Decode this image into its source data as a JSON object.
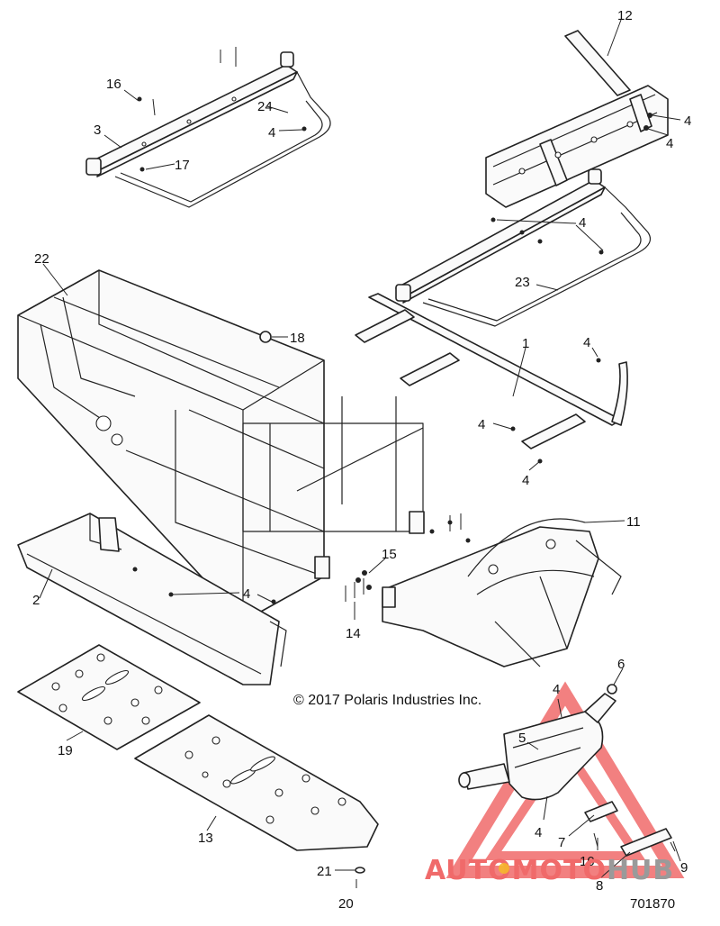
{
  "copyright": "© 2017 Polaris Industries Inc.",
  "document_number": "701870",
  "watermark": {
    "text_red": "AUTOMOTO",
    "text_gray": "HUB",
    "color_red": "#f06a6a",
    "color_gray": "#9a9a9a",
    "color_yellow": "#f5b72c"
  },
  "callouts": {
    "c1": "1",
    "c2": "2",
    "c3": "3",
    "c4a": "4",
    "c4b": "4",
    "c4c": "4",
    "c4d": "4",
    "c4e": "4",
    "c4f": "4",
    "c4g": "4",
    "c4h": "4",
    "c4i": "4",
    "c4j": "4",
    "c5": "5",
    "c6": "6",
    "c7": "7",
    "c8": "8",
    "c9": "9",
    "c10": "10",
    "c11": "11",
    "c12": "12",
    "c13": "13",
    "c14": "14",
    "c15": "15",
    "c16": "16",
    "c17": "17",
    "c18": "18",
    "c19": "19",
    "c20": "20",
    "c21": "21",
    "c22": "22",
    "c23": "23",
    "c24": "24"
  }
}
